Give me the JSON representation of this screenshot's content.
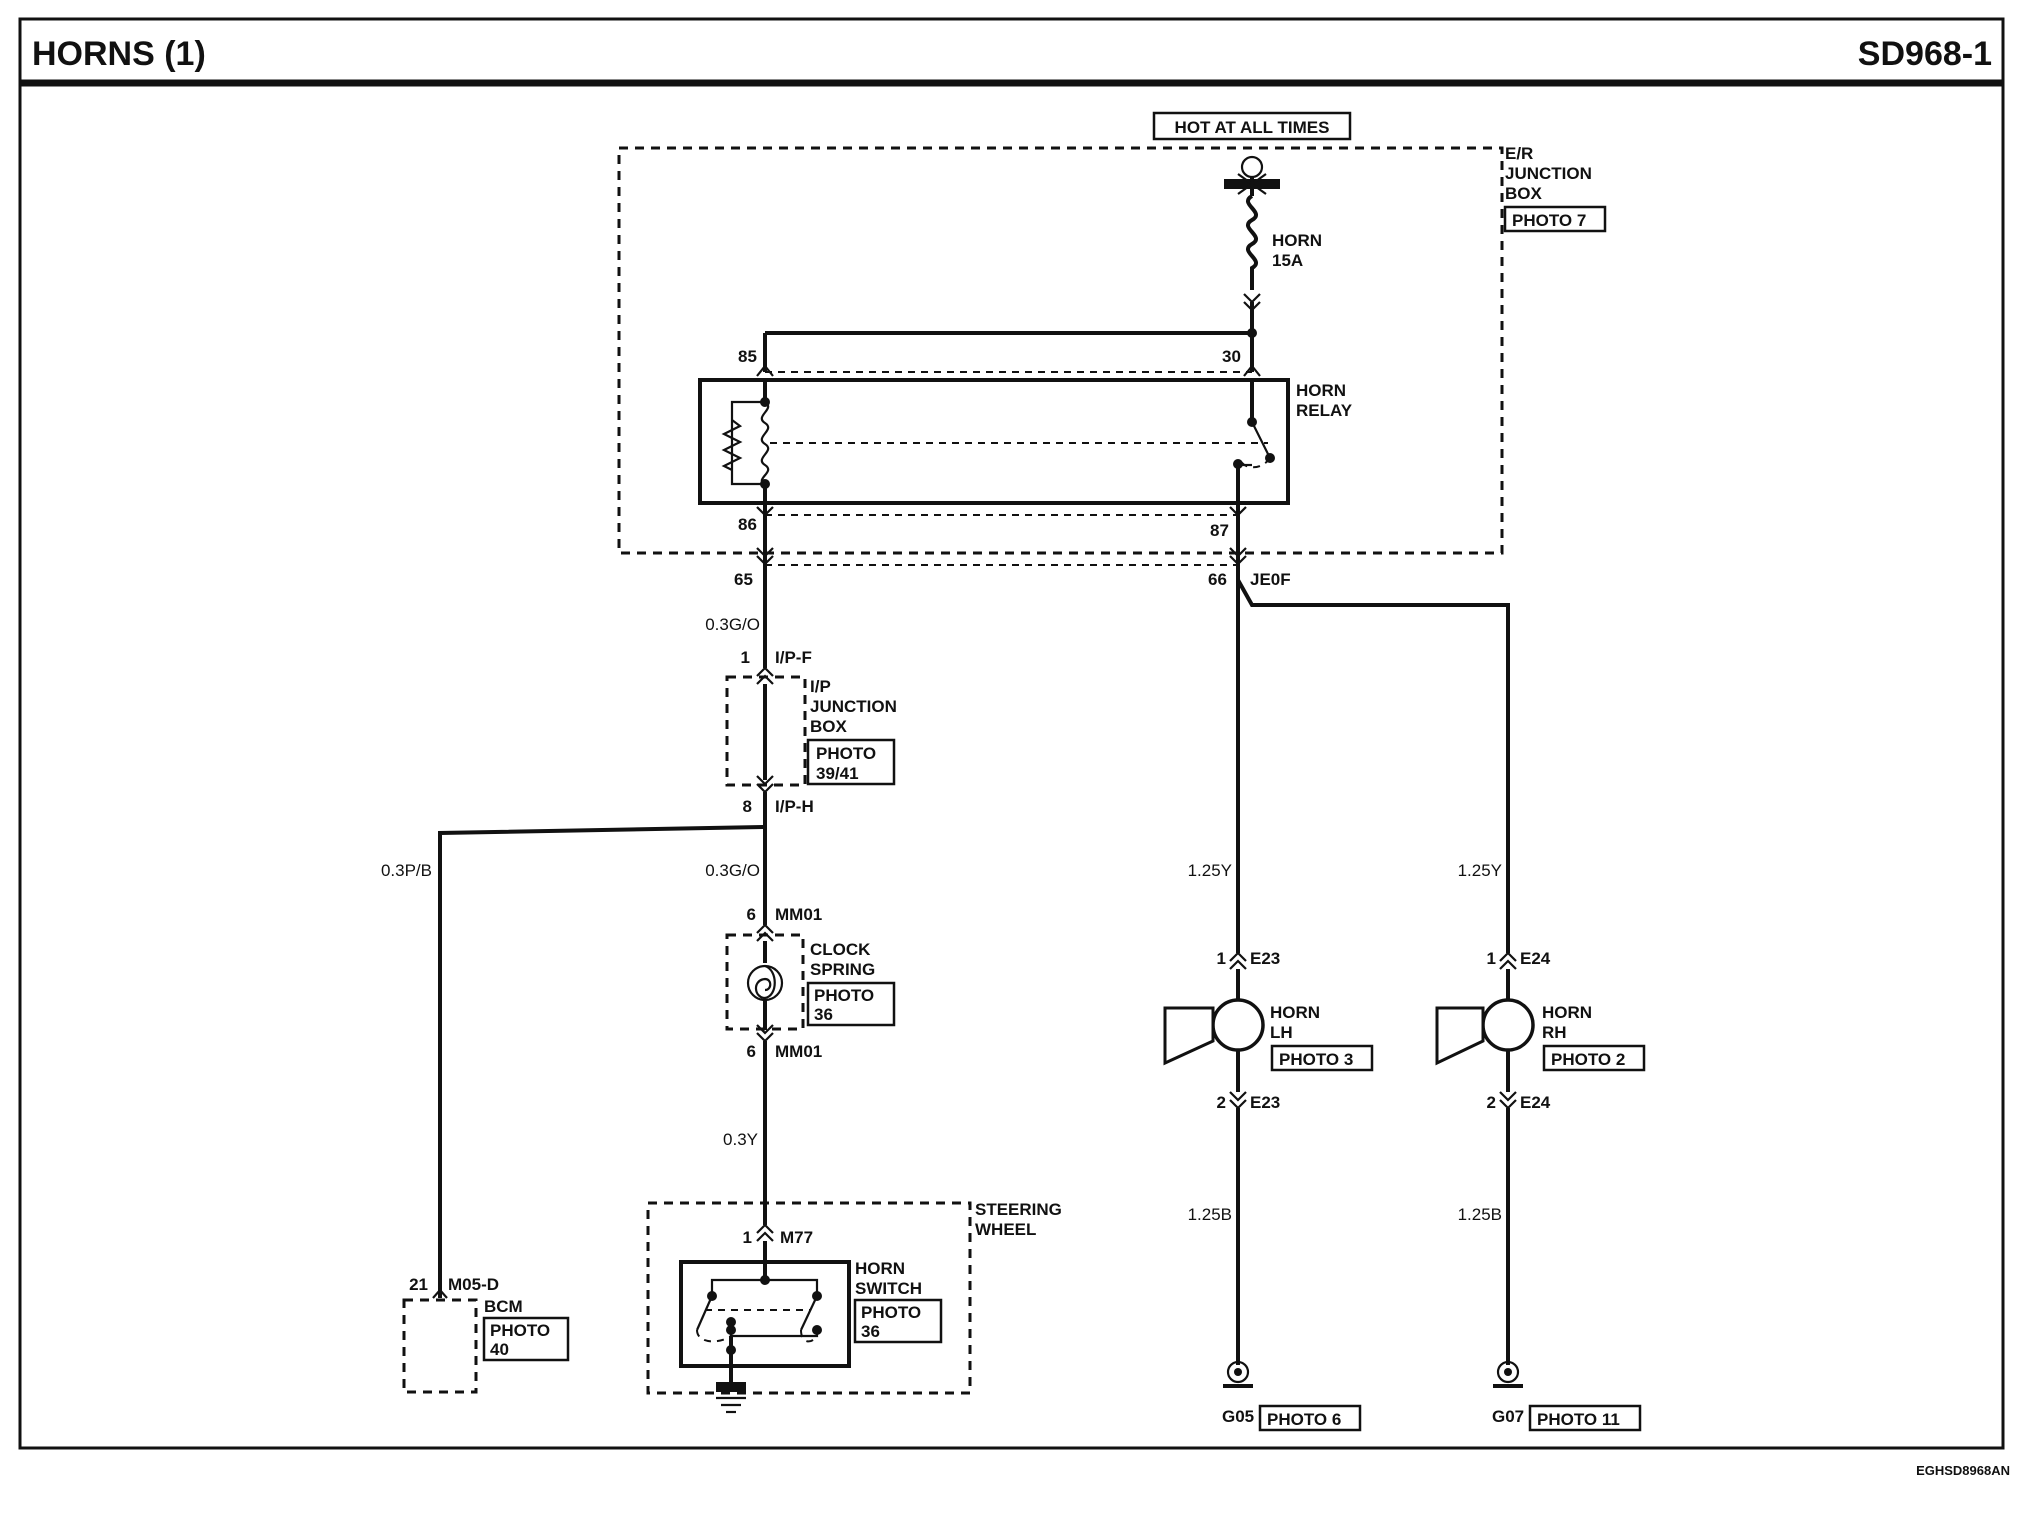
{
  "header": {
    "title": "HORNS (1)",
    "page_code": "SD968-1"
  },
  "footer": {
    "code": "EGHSD8968AN"
  },
  "power": {
    "label": "HOT AT ALL TIMES"
  },
  "er_junction_box": {
    "label_lines": [
      "E/R",
      "JUNCTION",
      "BOX"
    ],
    "photo": "PHOTO 7"
  },
  "fuse": {
    "name": "HORN",
    "rating": "15A"
  },
  "horn_relay": {
    "label_lines": [
      "HORN",
      "RELAY"
    ],
    "pin_85": "85",
    "pin_30": "30",
    "pin_86": "86",
    "pin_87": "87"
  },
  "connectors": {
    "pin_65": "65",
    "pin_66": "66",
    "je0f": "JE0F",
    "ip_f_pin": "1",
    "ip_f": "I/P-F",
    "ip_h_pin": "8",
    "ip_h": "I/P-H",
    "mm01_top_pin": "6",
    "mm01_top": "MM01",
    "mm01_bottom_pin": "6",
    "mm01_bottom": "MM01",
    "m77_pin": "1",
    "m77": "M77",
    "m05d_pin": "21",
    "m05d": "M05-D",
    "e23_top_pin": "1",
    "e23_top": "E23",
    "e23_bottom_pin": "2",
    "e23_bottom": "E23",
    "e24_top_pin": "1",
    "e24_top": "E24",
    "e24_bottom_pin": "2",
    "e24_bottom": "E24"
  },
  "wires": {
    "w_03go_a": "0.3G/O",
    "w_03go_b": "0.3G/O",
    "w_03pb": "0.3P/B",
    "w_03y": "0.3Y",
    "w_125y_lh": "1.25Y",
    "w_125y_rh": "1.25Y",
    "w_125b_lh": "1.25B",
    "w_125b_rh": "1.25B"
  },
  "ip_junction_box": {
    "label_lines": [
      "I/P",
      "JUNCTION",
      "BOX"
    ],
    "photo_lines": [
      "PHOTO",
      "39/41"
    ]
  },
  "clock_spring": {
    "label_lines": [
      "CLOCK",
      "SPRING"
    ],
    "photo_lines": [
      "PHOTO",
      "36"
    ]
  },
  "steering_wheel": {
    "label_lines": [
      "STEERING",
      "WHEEL"
    ]
  },
  "horn_switch": {
    "label_lines": [
      "HORN",
      "SWITCH"
    ],
    "photo_lines": [
      "PHOTO",
      "36"
    ]
  },
  "bcm": {
    "label": "BCM",
    "photo_lines": [
      "PHOTO",
      "40"
    ]
  },
  "horn_lh": {
    "label_lines": [
      "HORN",
      "LH"
    ],
    "photo": "PHOTO 3"
  },
  "horn_rh": {
    "label_lines": [
      "HORN",
      "RH"
    ],
    "photo": "PHOTO 2"
  },
  "ground_g05": {
    "name": "G05",
    "photo": "PHOTO 6"
  },
  "ground_g07": {
    "name": "G07",
    "photo": "PHOTO 11"
  }
}
